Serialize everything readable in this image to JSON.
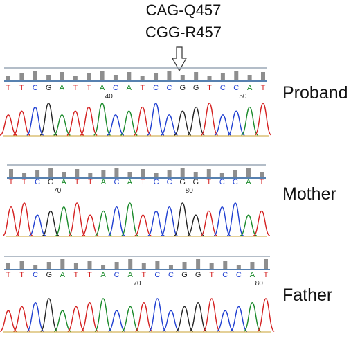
{
  "annotation": {
    "line1": "CAG-Q457",
    "line2": "CGG-R457"
  },
  "panels": [
    {
      "label": "Proband",
      "sequence": [
        "T",
        "T",
        "C",
        "G",
        "A",
        "T",
        "T",
        "A",
        "C",
        "A",
        "T",
        "C",
        "C",
        "G",
        "G",
        "T",
        "C",
        "C",
        "A",
        "T"
      ],
      "position_labels": [
        {
          "after_base": 7,
          "text": "40"
        },
        {
          "after_base": 17,
          "text": "50"
        }
      ]
    },
    {
      "label": "Mother",
      "sequence": [
        "T",
        "T",
        "C",
        "G",
        "A",
        "T",
        "T",
        "A",
        "C",
        "A",
        "T",
        "C",
        "C",
        "G",
        "G",
        "T",
        "C",
        "C",
        "A",
        "T"
      ],
      "position_labels": [
        {
          "after_base": 3,
          "text": "70"
        },
        {
          "after_base": 13,
          "text": "80"
        }
      ]
    },
    {
      "label": "Father",
      "sequence": [
        "T",
        "T",
        "C",
        "G",
        "A",
        "T",
        "T",
        "A",
        "C",
        "A",
        "T",
        "C",
        "C",
        "G",
        "G",
        "T",
        "C",
        "C",
        "A",
        "T"
      ],
      "position_labels": [
        {
          "after_base": 9,
          "text": "70"
        },
        {
          "after_base": 18,
          "text": "80"
        }
      ]
    }
  ],
  "colors": {
    "A": "#1a8a2a",
    "C": "#1f3fd1",
    "G": "#222222",
    "T": "#d42020",
    "bar": "#8e8e8e",
    "baseline": "#3f6fa5"
  }
}
